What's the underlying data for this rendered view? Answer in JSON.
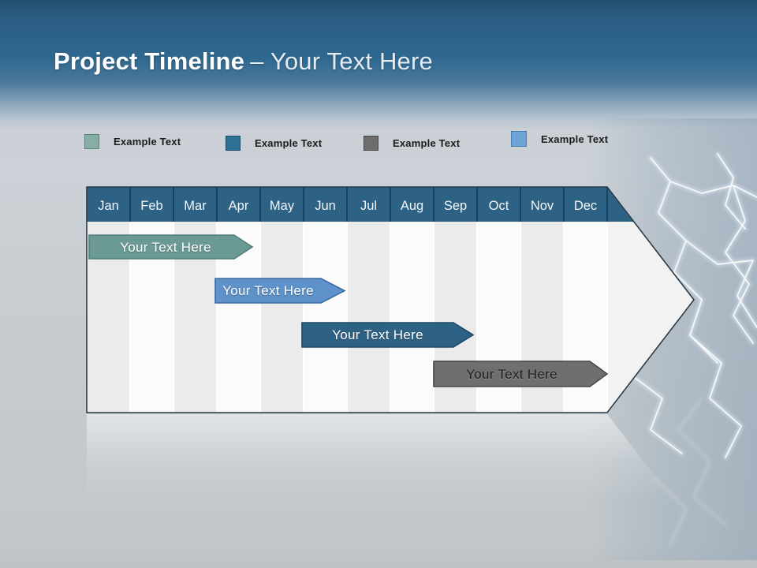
{
  "slide": {
    "title_bold": "Project Timeline",
    "title_regular": "– Your Text Here"
  },
  "legend": {
    "items": [
      {
        "label": "Example Text",
        "color": "#87aea6",
        "border": "#5d837b"
      },
      {
        "label": "Example Text",
        "color": "#2d7094",
        "border": "#1d4a66"
      },
      {
        "label": "Example Text",
        "color": "#6d6d6d",
        "border": "#474747"
      },
      {
        "label": "Example Text",
        "color": "#6ea3d8",
        "border": "#4b7cb0"
      }
    ]
  },
  "timeline": {
    "months": [
      "Jan",
      "Feb",
      "Mar",
      "Apr",
      "May",
      "Jun",
      "Jul",
      "Aug",
      "Sep",
      "Oct",
      "Nov",
      "Dec"
    ],
    "header_color": "#2e6285",
    "bars": [
      {
        "label": "Your  Text Here",
        "fill": "#6b9a94",
        "stroke": "#4e7f78",
        "text_color": "#ffffff"
      },
      {
        "label": "Your  Text Here",
        "fill": "#5e92c8",
        "stroke": "#3b6ca4",
        "text_color": "#ffffff"
      },
      {
        "label": "Your  Text Here",
        "fill": "#2e6285",
        "stroke": "#1c4a68",
        "text_color": "#ffffff"
      },
      {
        "label": "Your  Text Here",
        "fill": "#6f6f6f",
        "stroke": "#454545",
        "text_color": "#1e1e1e"
      }
    ]
  }
}
